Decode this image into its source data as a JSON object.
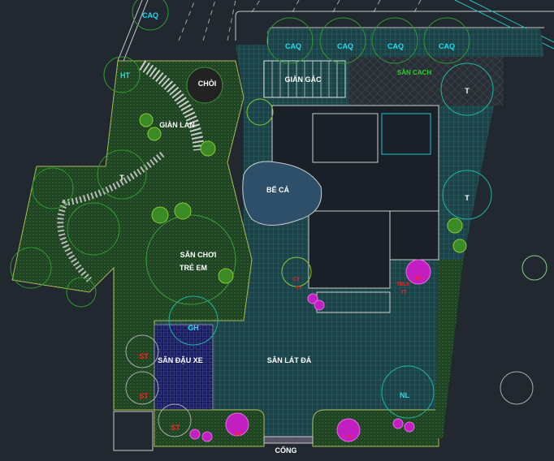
{
  "colors": {
    "background": "#212830",
    "grass": "#1f4a22",
    "paving": "#1e4248",
    "parking": "#1b1f5a",
    "tree_green": "#2f9a2f",
    "tree_cyan": "#1fb5a0",
    "label_white": "#ffffff",
    "label_cyan": "#19e0f0",
    "label_red": "#ff2020",
    "flower": "#c21ec2"
  },
  "labels": {
    "caq": "CAQ",
    "ht": "HT",
    "choi": "CHÒI",
    "gian_gac": "GIÀN GÁC",
    "san_cach": "SÂN CACH",
    "gian_lan": "GIÀN LAN",
    "be_ca": "BỂ CÁ",
    "t": "T",
    "san_choi_1": "SÂN CHƠI",
    "san_choi_2": "TRẺ EM",
    "gh": "GH",
    "san_dau_xe": "SÂN ĐẬU XE",
    "san_lat_da": "SÂN LÁT ĐÁ",
    "st": "ST",
    "tv": "TV",
    "nl": "NL",
    "cong": "CỔNG",
    "tt": "TT",
    "tblx": "TBLX",
    "ct": "CT"
  }
}
